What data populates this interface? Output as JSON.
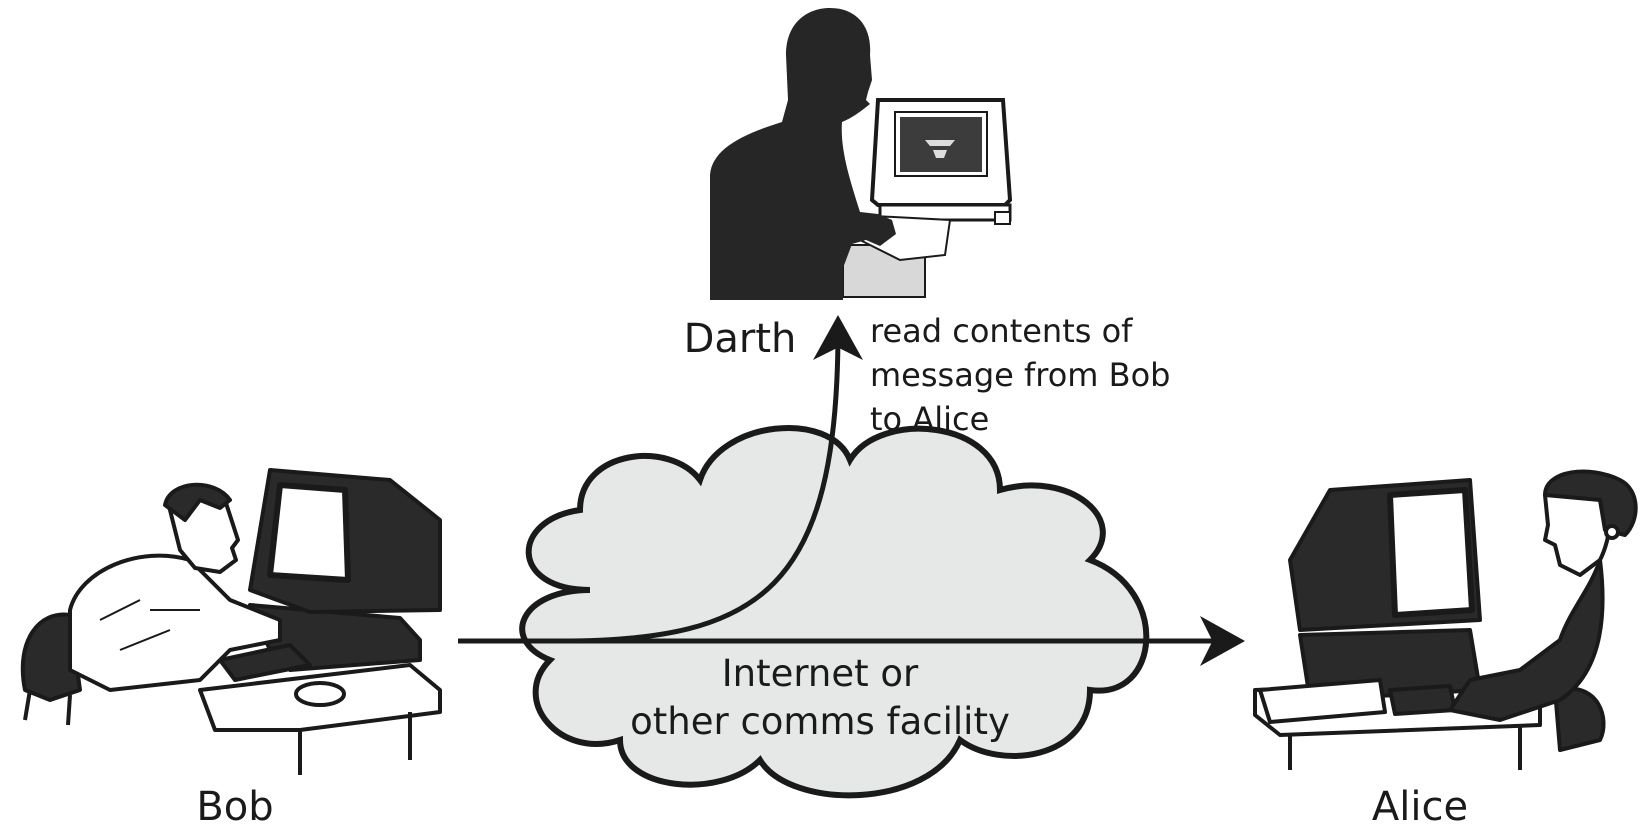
{
  "labels": {
    "darth": "Darth",
    "bob": "Bob",
    "alice": "Alice"
  },
  "annotation": {
    "line1": "read contents of",
    "line2": "message from Bob",
    "line3": "to Alice"
  },
  "cloud": {
    "line1": "Internet or",
    "line2": "other comms facility"
  },
  "colors": {
    "ink": "#1a1a1a",
    "cloud_fill": "#e6e8e8",
    "darth_silhouette": "#262626",
    "screen_dark": "#3c3c3c"
  }
}
